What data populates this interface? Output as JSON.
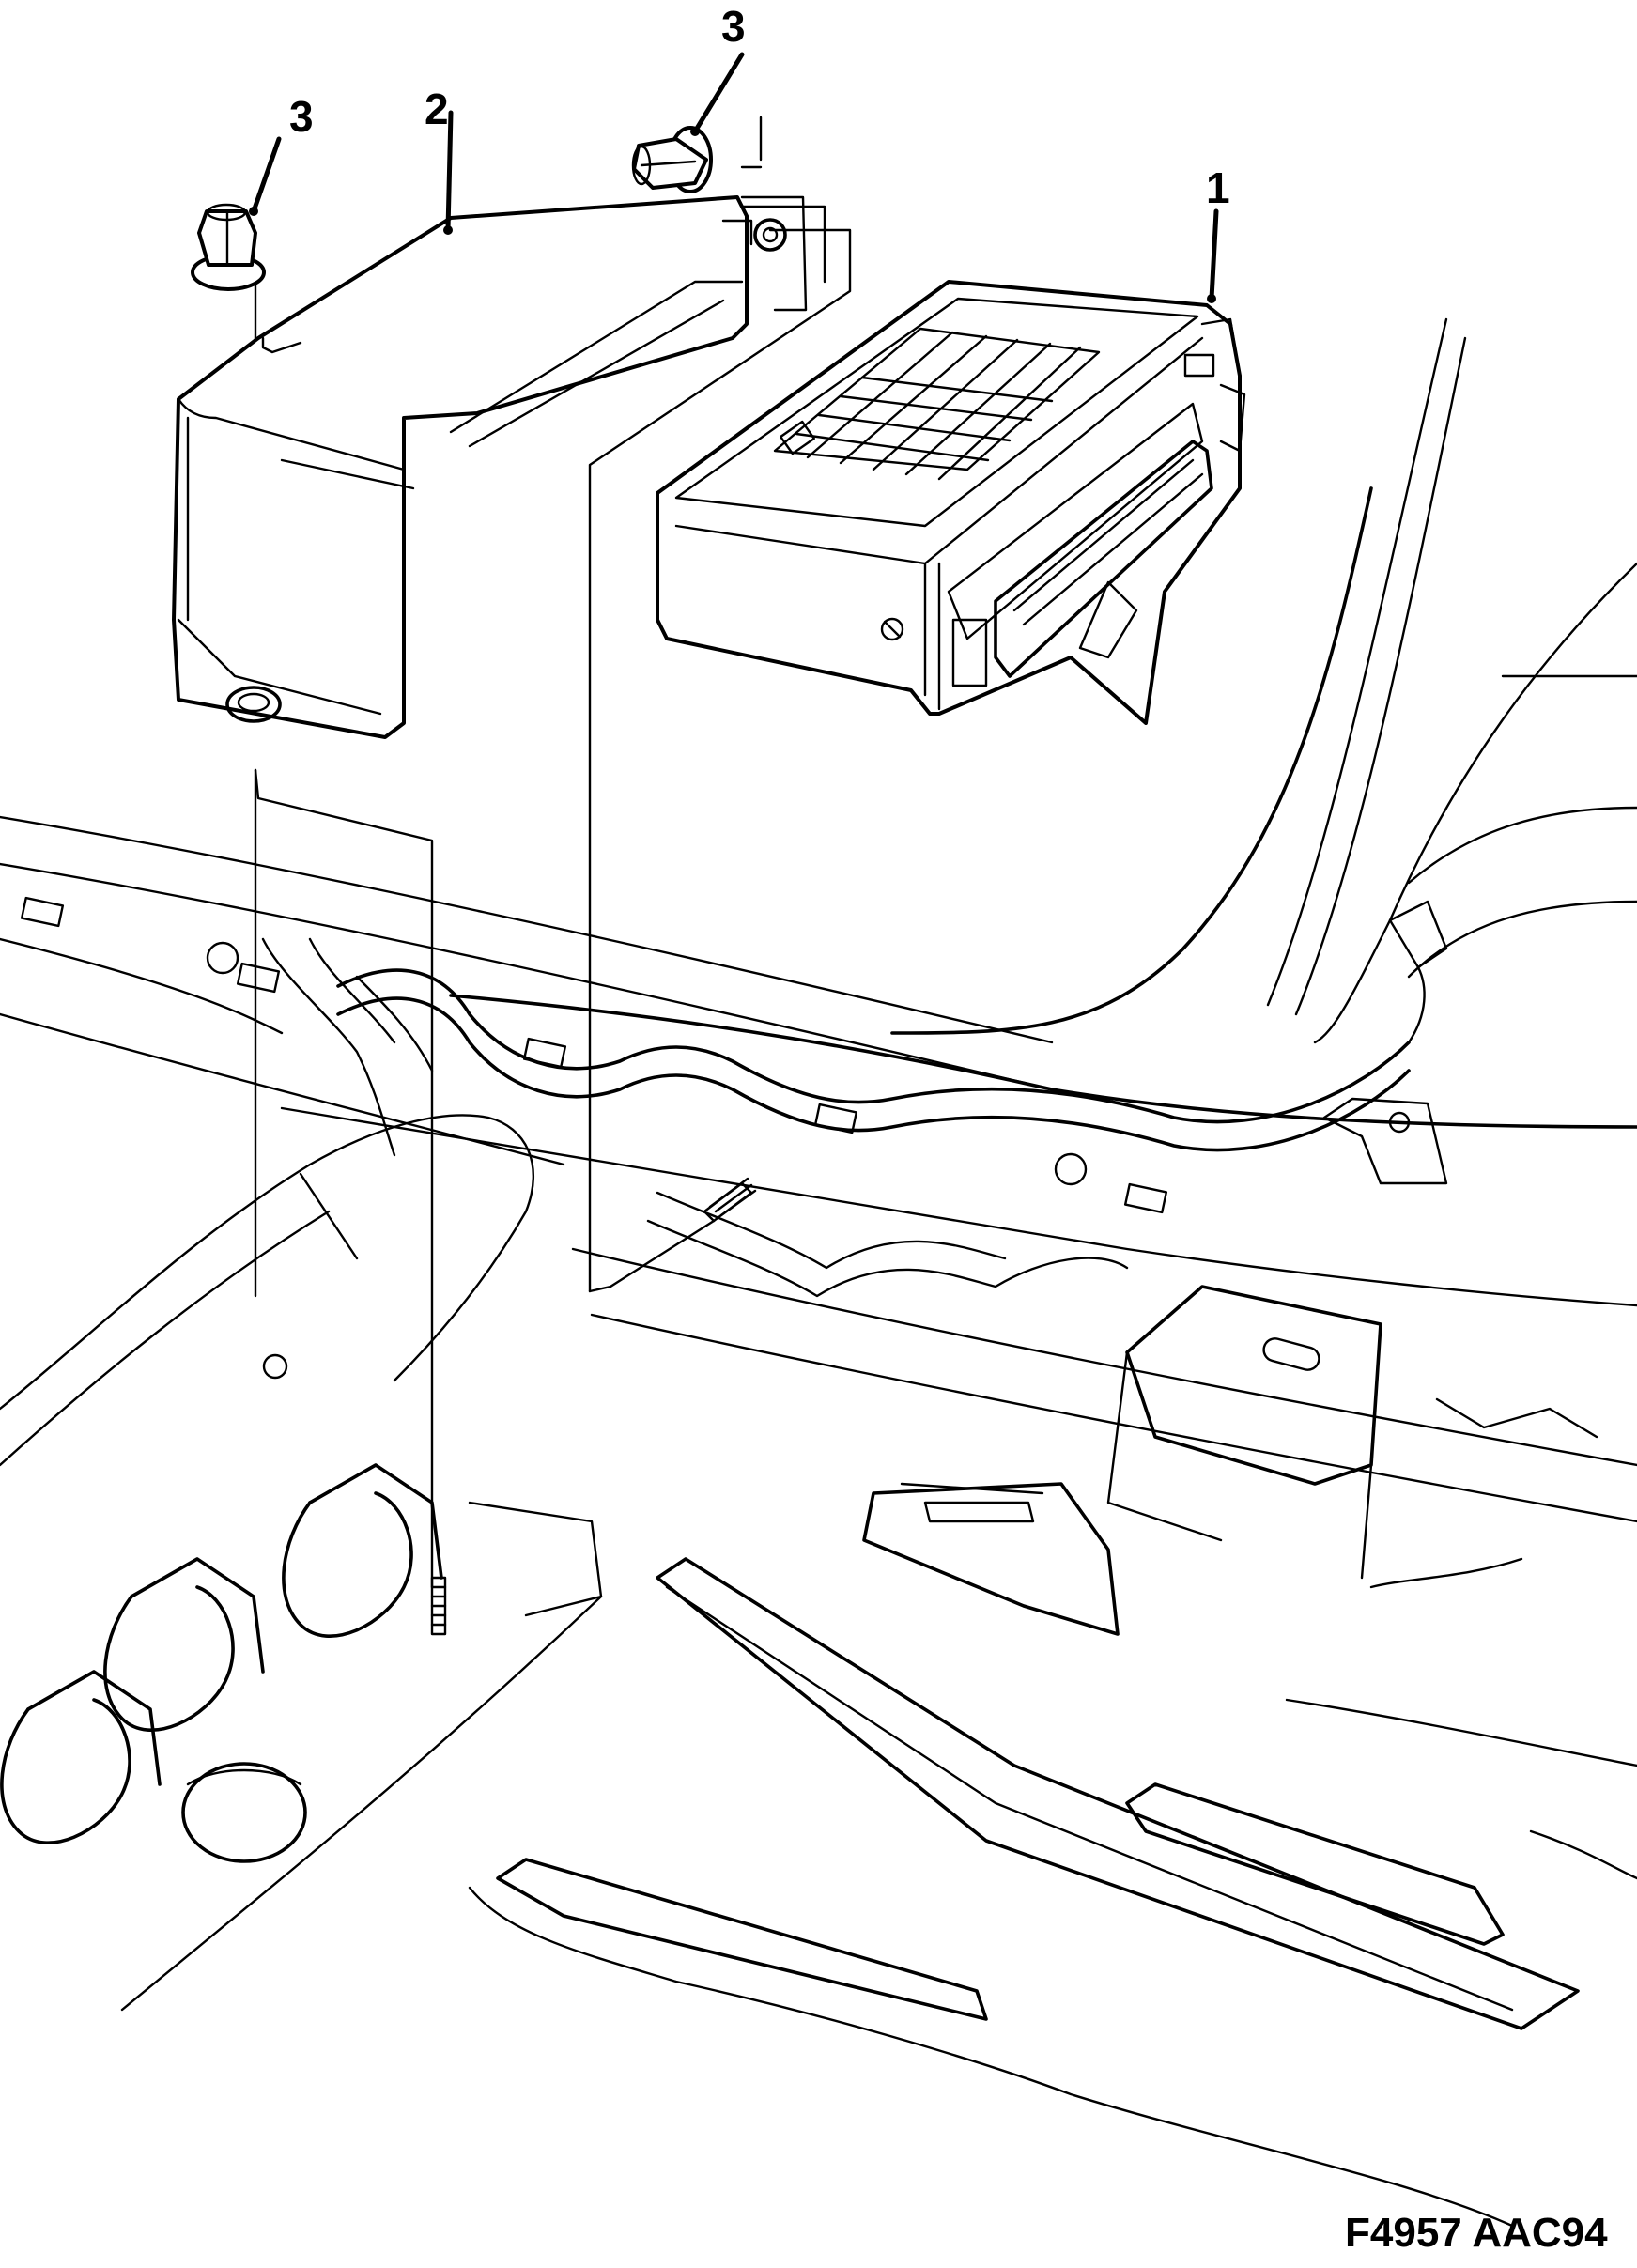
{
  "callouts": {
    "ecu": "1",
    "bracket": "2",
    "nut_left": "3",
    "nut_top": "3"
  },
  "figure_code": "F4957 AAC94",
  "colors": {
    "line": "#000000",
    "background": "#ffffff"
  }
}
